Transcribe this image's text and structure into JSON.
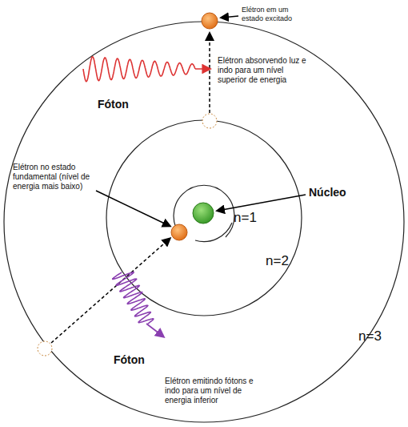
{
  "diagram": {
    "labels": [
      "Elétron em um estado excitado",
      "Elétron absorvendo luz e indo para um nível superior de energia",
      "Fóton",
      "Elétron no estado fundamental (nível de energia mais baixo)",
      "Núcleo",
      "n=1",
      "n=2",
      "n=3",
      "Fóton",
      "Elétron emitindo fótons e indo para um nível de energia inferior"
    ]
  }
}
